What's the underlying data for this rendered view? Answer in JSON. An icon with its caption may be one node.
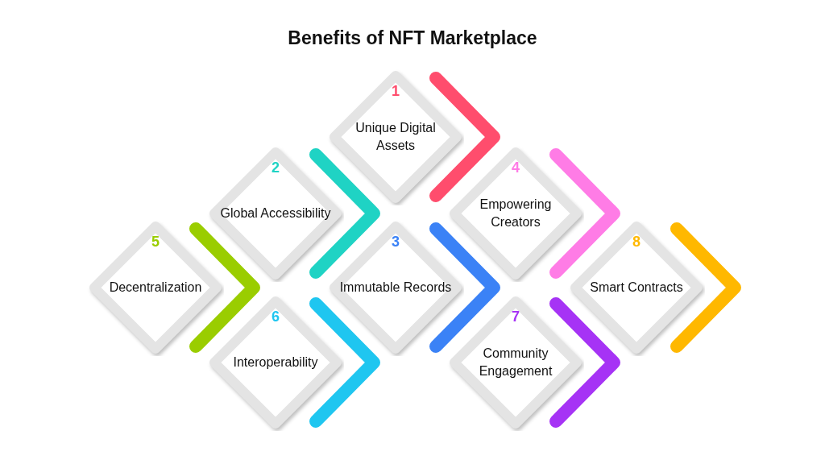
{
  "diagram": {
    "title": "Benefits of NFT Marketplace",
    "nodes": [
      {
        "text": [
          "1",
          "Unique Digital Assets"
        ]
      },
      {
        "text": [
          "2",
          "Global Accessibility"
        ]
      },
      {
        "text": [
          "3",
          "Immutable Records"
        ]
      },
      {
        "text": [
          "4",
          "Empowering Creators"
        ]
      },
      {
        "text": [
          "5",
          "Decentralization"
        ]
      },
      {
        "text": [
          "6",
          "Interoperability"
        ]
      },
      {
        "text": [
          "7",
          "Community Engagement"
        ]
      },
      {
        "text": [
          "8",
          "Smart Contracts"
        ]
      }
    ]
  }
}
